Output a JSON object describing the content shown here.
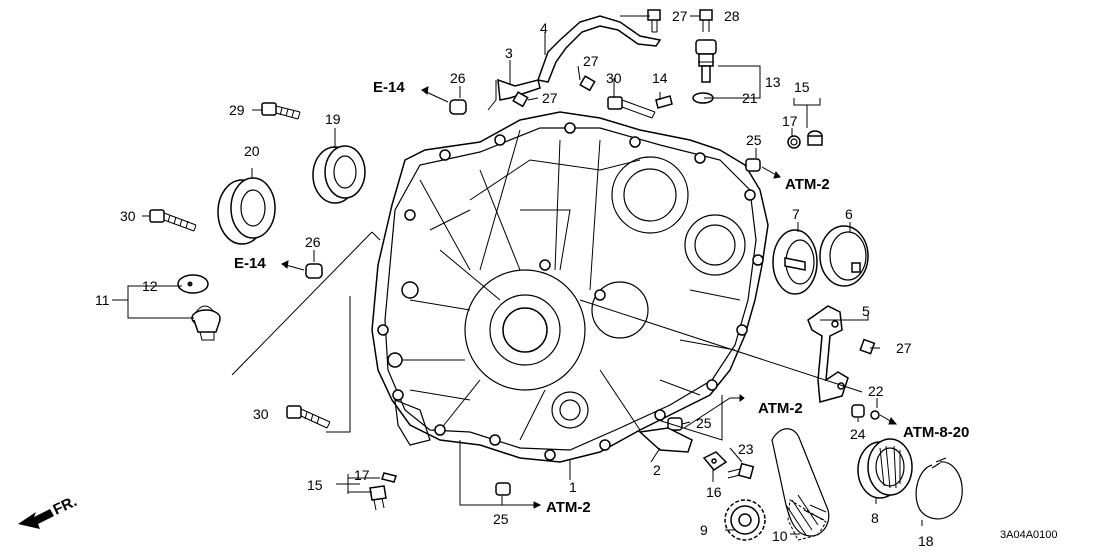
{
  "diagram": {
    "title": "",
    "drawing_code": "3A04A0100",
    "front_label": "FR.",
    "part_numbers": {
      "p1": "1",
      "p2": "2",
      "p3": "3",
      "p4": "4",
      "p5": "5",
      "p6": "6",
      "p7": "7",
      "p8": "8",
      "p9": "9",
      "p10": "10",
      "p11": "11",
      "p12": "12",
      "p13": "13",
      "p14": "14",
      "p15a": "15",
      "p15b": "15",
      "p16": "16",
      "p17a": "17",
      "p17b": "17",
      "p18": "18",
      "p19": "19",
      "p20": "20",
      "p21": "21",
      "p22": "22",
      "p23": "23",
      "p24": "24",
      "p25a": "25",
      "p25b": "25",
      "p25c": "25",
      "p26a": "26",
      "p26b": "26",
      "p27a": "27",
      "p27b": "27",
      "p27c": "27",
      "p27d": "27",
      "p28": "28",
      "p29": "29",
      "p30a": "30",
      "p30b": "30",
      "p30c": "30"
    },
    "references": {
      "e14_top": "E-14",
      "e14_left": "E-14",
      "atm2_right": "ATM-2",
      "atm2_mid": "ATM-2",
      "atm2_bottom": "ATM-2",
      "atm820": "ATM-8-20"
    }
  }
}
